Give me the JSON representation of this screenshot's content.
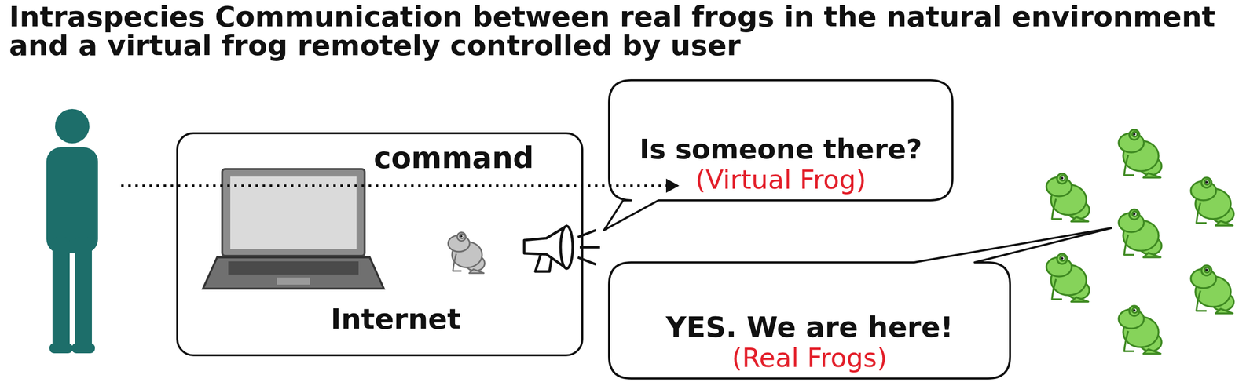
{
  "diagram": {
    "title": "Intraspecies Communication between real frogs in the natural environment and a virtual frog remotely controlled by user",
    "nodes": [
      {
        "text": [
          "Internet"
        ]
      },
      {
        "text": [
          "Is someone there?",
          "(Virtual Frog)"
        ]
      },
      {
        "text": [
          "YES. We are here!",
          "(Real Frogs)"
        ]
      }
    ],
    "labels": [
      "command"
    ]
  }
}
